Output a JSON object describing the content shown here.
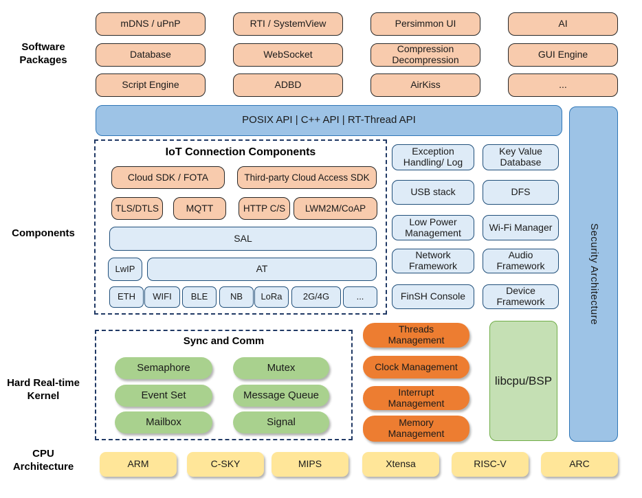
{
  "side_labels": {
    "software_packages": "Software\nPackages",
    "components": "Components",
    "kernel": "Hard Real-time\nKernel",
    "cpu": "CPU\nArchitecture"
  },
  "software_packages": {
    "rows": [
      [
        "mDNS / uPnP",
        "RTI / SystemView",
        "Persimmon UI",
        "AI"
      ],
      [
        "Database",
        "WebSocket",
        "Compression\nDecompression",
        "GUI Engine"
      ],
      [
        "Script Engine",
        "ADBD",
        "AirKiss",
        "..."
      ]
    ]
  },
  "api_bar": {
    "label": "POSIX API  |  C++ API  |  RT-Thread API"
  },
  "security_bar": {
    "label": "Security Architecture"
  },
  "iot_box": {
    "title": "IoT Connection Components",
    "row1": [
      "Cloud SDK / FOTA",
      "Third-party Cloud Access SDK"
    ],
    "row2": [
      "TLS/DTLS",
      "MQTT",
      "HTTP C/S",
      "LWM2M/CoAP"
    ],
    "sal": "SAL",
    "lwip": "LwIP",
    "at": "AT",
    "chips": [
      "ETH",
      "WIFI",
      "BLE",
      "NB",
      "LoRa",
      "2G/4G",
      "..."
    ]
  },
  "right_components": {
    "rows": [
      [
        "Exception\nHandling/ Log",
        "Key Value\nDatabase"
      ],
      [
        "USB stack",
        "DFS"
      ],
      [
        "Low Power\nManagement",
        "Wi-Fi Manager"
      ],
      [
        "Network\nFramework",
        "Audio\nFramework"
      ],
      [
        "FinSH Console",
        "Device\nFramework"
      ]
    ]
  },
  "kernel": {
    "sync_title": "Sync and Comm",
    "sync_rows": [
      [
        "Semaphore",
        "Mutex"
      ],
      [
        "Event Set",
        "Message Queue"
      ],
      [
        "Mailbox",
        "Signal"
      ]
    ],
    "management": [
      "Threads\nManagement",
      "Clock Management",
      "Interrupt\nManagement",
      "Memory\nManagement"
    ],
    "libcpu": "libcpu/BSP"
  },
  "cpu_row": [
    "ARM",
    "C-SKY",
    "MIPS",
    "Xtensa",
    "RISC-V",
    "ARC"
  ],
  "colors": {
    "package_fill": "#F8CBAD",
    "api_fill": "#9DC3E6",
    "api_border": "#2E75B6",
    "component_fill": "#DEEBF7",
    "component_border": "#1F4E79",
    "dashed_border": "#1F3864",
    "green_fill": "#A9D18E",
    "management_fill": "#ED7D31",
    "libcpu_fill": "#C5E0B4",
    "libcpu_border": "#70AD47",
    "cpu_fill": "#FFE699"
  }
}
